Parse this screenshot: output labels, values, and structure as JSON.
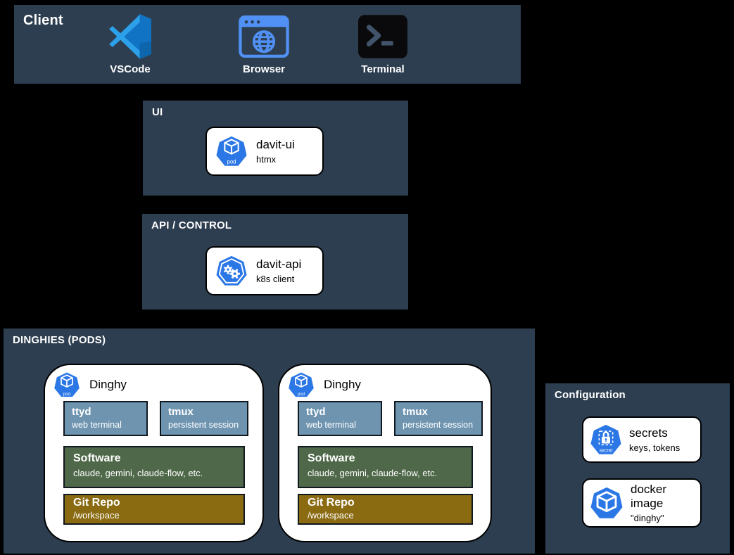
{
  "client": {
    "title": "Client",
    "items": [
      {
        "label": "VSCode"
      },
      {
        "label": "Browser"
      },
      {
        "label": "Terminal"
      }
    ]
  },
  "ui_layer": {
    "title": "UI",
    "card": {
      "title": "davit-ui",
      "subtitle": "htmx"
    }
  },
  "api_layer": {
    "title": "API / CONTROL",
    "card": {
      "title": "davit-api",
      "subtitle": "k8s client"
    }
  },
  "dinghies": {
    "title": "DINGHIES (PODS)",
    "pods": [
      {
        "title": "Dinghy",
        "ttyd": {
          "title": "ttyd",
          "subtitle": "web terminal"
        },
        "tmux": {
          "title": "tmux",
          "subtitle": "persistent session"
        },
        "software": {
          "title": "Software",
          "subtitle": "claude, gemini, claude-flow, etc."
        },
        "repo": {
          "title": "Git Repo",
          "subtitle": "/workspace"
        }
      },
      {
        "title": "Dinghy",
        "ttyd": {
          "title": "ttyd",
          "subtitle": "web terminal"
        },
        "tmux": {
          "title": "tmux",
          "subtitle": "persistent session"
        },
        "software": {
          "title": "Software",
          "subtitle": "claude, gemini, claude-flow, etc."
        },
        "repo": {
          "title": "Git Repo",
          "subtitle": "/workspace"
        }
      }
    ]
  },
  "configuration": {
    "title": "Configuration",
    "cards": [
      {
        "title": "secrets",
        "subtitle": "keys, tokens"
      },
      {
        "title": "docker image",
        "subtitle": "\"dinghy\""
      }
    ]
  },
  "icons": {
    "pod_label": "pod",
    "secret_label": "secret"
  },
  "colors": {
    "background": "#000000",
    "panel": "#2d3e50",
    "k8s_blue": "#2b77e6",
    "steel_blue": "#6e94b0",
    "green": "#4f6849",
    "gold": "#8a6b12",
    "vscode_blue": "#1173c4",
    "vscode_light_blue": "#2da0ea",
    "browser_blue": "#5191f5"
  }
}
